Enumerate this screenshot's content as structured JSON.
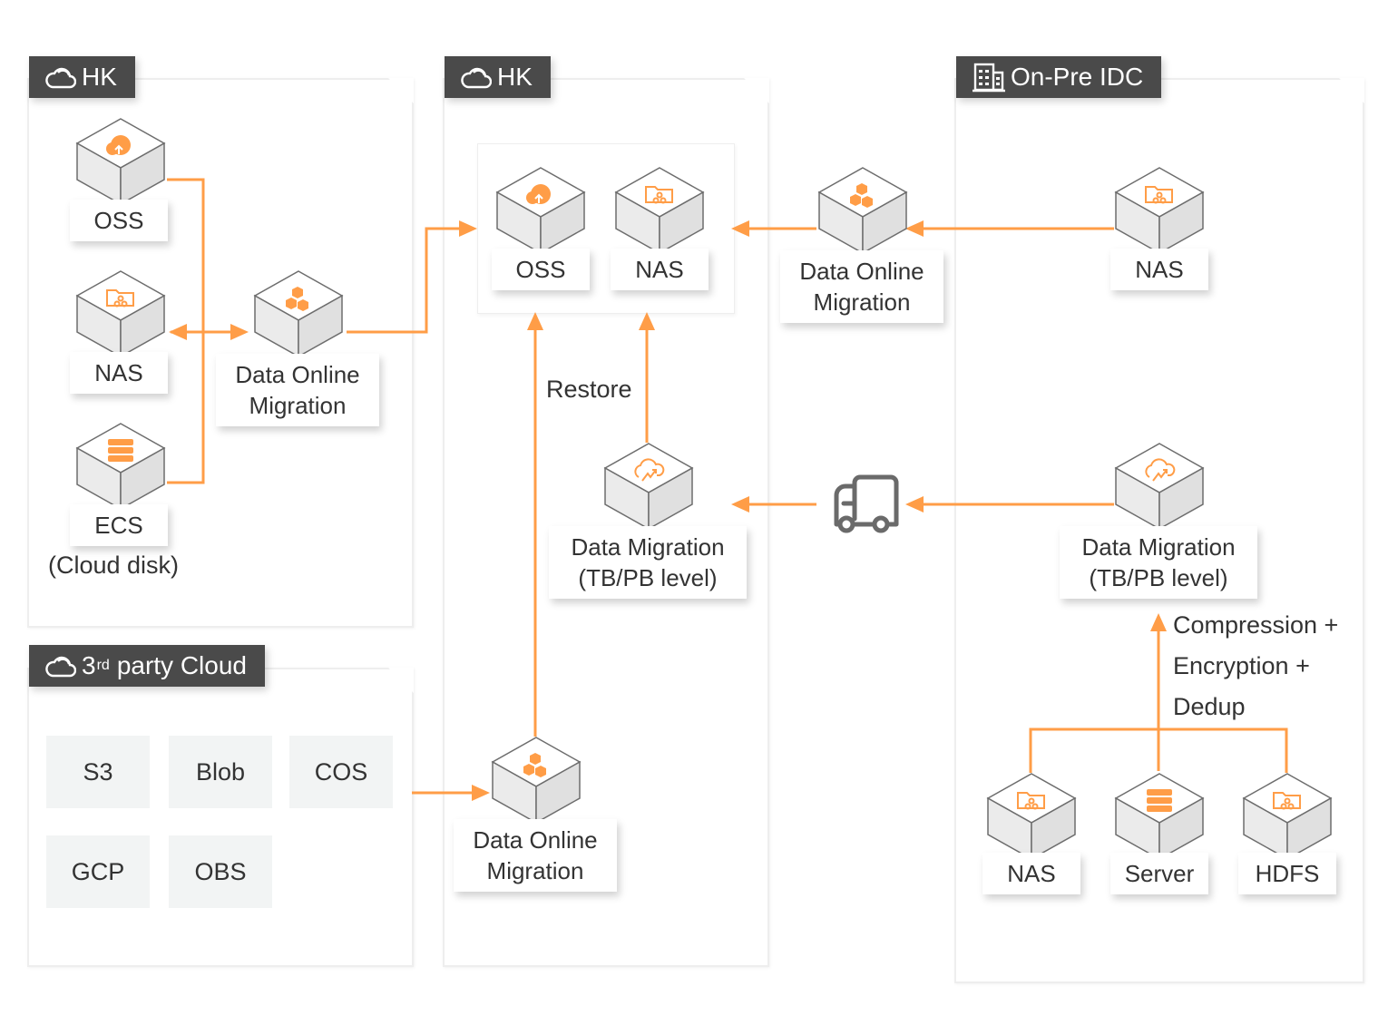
{
  "colors": {
    "accent": "#ff9d47",
    "tab_bg": "#4a4a4a",
    "tile_bg": "#f2f4f4",
    "text": "#333333"
  },
  "panels": {
    "hk_source": {
      "title": "HK",
      "icon": "cloud-icon"
    },
    "third_party": {
      "title_prefix": "3",
      "title_sup": "rd",
      "title_suffix": "party Cloud",
      "icon": "cloud-icon",
      "tiles": [
        "S3",
        "Blob",
        "COS",
        "GCP",
        "OBS"
      ]
    },
    "hk_target": {
      "title": "HK",
      "icon": "cloud-icon"
    },
    "idc": {
      "title": "On-Pre IDC",
      "icon": "building-icon"
    }
  },
  "nodes": {
    "hk_oss": {
      "label": "OSS",
      "icon": "oss-cloud-upload-icon"
    },
    "hk_nas": {
      "label": "NAS",
      "icon": "nas-folder-share-icon"
    },
    "hk_ecs": {
      "label": "ECS",
      "sublabel": "(Cloud disk)",
      "icon": "server-stack-icon"
    },
    "hk_dom": {
      "label_line1": "Data Online",
      "label_line2": "Migration",
      "icon": "hexagons-icon"
    },
    "target_oss": {
      "label": "OSS",
      "icon": "oss-cloud-upload-icon"
    },
    "target_nas": {
      "label": "NAS",
      "icon": "nas-folder-share-icon"
    },
    "target_dm": {
      "label_line1": "Data Migration",
      "label_line2": "(TB/PB level)",
      "icon": "cloud-transfer-icon"
    },
    "target_dom": {
      "label_line1": "Data Online",
      "label_line2": "Migration",
      "icon": "hexagons-icon"
    },
    "mid_dom": {
      "label_line1": "Data Online",
      "label_line2": "Migration",
      "icon": "hexagons-icon"
    },
    "idc_nas": {
      "label": "NAS",
      "icon": "nas-folder-share-icon"
    },
    "idc_dm": {
      "label_line1": "Data Migration",
      "label_line2": "(TB/PB level)",
      "icon": "cloud-transfer-icon"
    },
    "idc_nas2": {
      "label": "NAS",
      "icon": "nas-folder-share-icon"
    },
    "idc_server": {
      "label": "Server",
      "icon": "server-stack-icon"
    },
    "idc_hdfs": {
      "label": "HDFS",
      "icon": "nas-folder-share-icon"
    }
  },
  "annotations": {
    "restore": "Restore",
    "processing": [
      "Compression +",
      "Encryption +",
      "Dedup"
    ]
  },
  "truck": {
    "icon": "truck-icon"
  }
}
